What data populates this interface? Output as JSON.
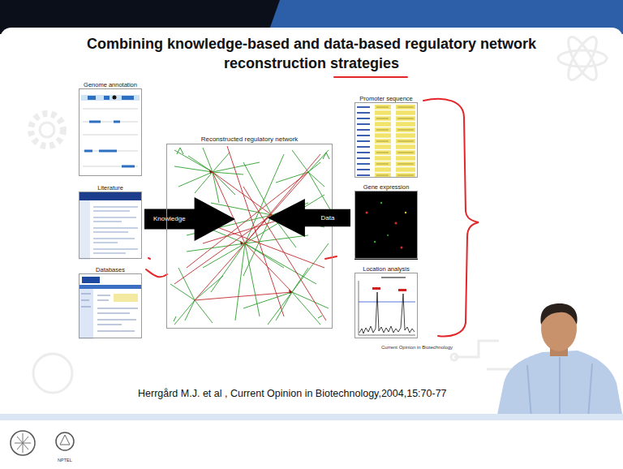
{
  "diagram": {
    "title": "Combining knowledge-based and data-based regulatory network reconstruction strategies",
    "nodes": [
      {
        "text": [
          "Genome annotation"
        ]
      },
      {
        "text": [
          "Literature"
        ]
      },
      {
        "text": [
          "Databases"
        ]
      },
      {
        "text": [
          "Knowledge"
        ]
      },
      {
        "text": [
          "Reconstructed regulatory network"
        ]
      },
      {
        "text": [
          "Data"
        ]
      },
      {
        "text": [
          "Promoter sequence"
        ]
      },
      {
        "text": [
          "Gene expression"
        ]
      },
      {
        "text": [
          "Location analysis"
        ]
      }
    ],
    "labels": [
      "Current Opinion in Biotechnology",
      "Herrgård M.J. et al , Current Opinion in Biotechnology,2004,15:70-77",
      "NPTEL"
    ]
  }
}
